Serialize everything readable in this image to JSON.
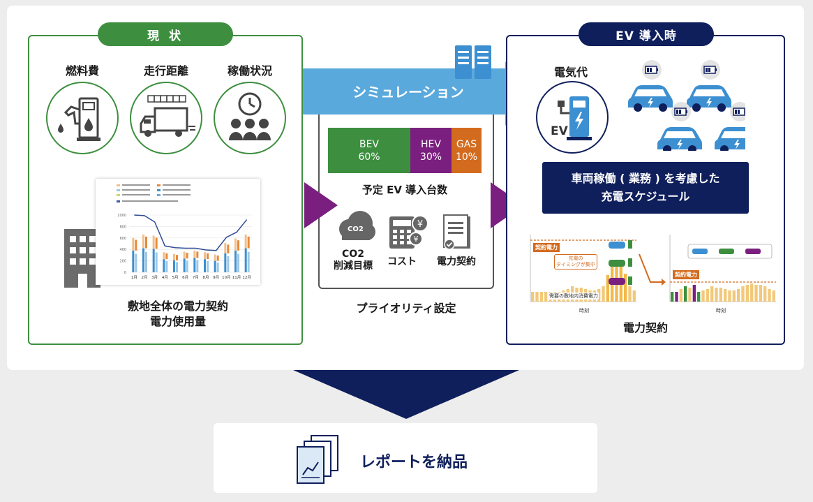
{
  "current": {
    "title": "現 状",
    "items": [
      {
        "label": "燃料費",
        "icon": "fuel-pump-icon"
      },
      {
        "label": "走行距離",
        "icon": "truck-icon"
      },
      {
        "label": "稼働状況",
        "icon": "people-clock-icon"
      }
    ],
    "chart_caption_line1": "敷地全体の電力契約",
    "chart_caption_line2": "電力使用量",
    "chart_months": [
      "1月",
      "2月",
      "3月",
      "4月",
      "5月",
      "6月",
      "7月",
      "8月",
      "9月",
      "10月",
      "11月",
      "12月"
    ]
  },
  "middle": {
    "arrow_label": "シミュレーション",
    "breakdown": [
      {
        "name": "BEV",
        "pct": "60%",
        "color": "#3d8f3f"
      },
      {
        "name": "HEV",
        "pct": "30%",
        "color": "#7a1f7f"
      },
      {
        "name": "GAS",
        "pct": "10%",
        "color": "#d36b1e"
      }
    ],
    "planned_label": "予定 EV 導入台数",
    "priorities": [
      {
        "line1": "CO2",
        "line2": "削減目標",
        "icon": "co2-cloud-icon"
      },
      {
        "line1": "コスト",
        "line2": "",
        "icon": "calculator-icon"
      },
      {
        "line1": "電力契約",
        "line2": "",
        "icon": "contract-document-icon"
      }
    ],
    "cloud_text": "CO2",
    "footer_label": "プライオリティ設定"
  },
  "ev": {
    "title": "EV 導入時",
    "electricity_label": "電気代",
    "ev_mark": "EV",
    "schedule_line1": "車両稼働 ( 業務 ) を考慮した",
    "schedule_line2": "充電スケジュール",
    "contract_label": "電力契約",
    "chart_left": {
      "contract_tag": "契約電力",
      "callout_line1": "充電の",
      "callout_line2": "タイミングが集中",
      "baseline_label": "需要の敷地内消費電力",
      "xlabel": "時刻"
    },
    "chart_right": {
      "contract_tag": "契約電力",
      "xlabel": "時刻"
    }
  },
  "report": {
    "label": "レポートを納品"
  },
  "chart_data": [
    {
      "type": "bar",
      "categories": [
        "1月",
        "2月",
        "3月",
        "4月",
        "5月",
        "6月",
        "7月",
        "8月",
        "9月",
        "10月",
        "11月",
        "12月"
      ],
      "series": [
        {
          "values": [
            380,
            420,
            410,
            230,
            210,
            240,
            250,
            230,
            200,
            330,
            380,
            420
          ]
        },
        {
          "values": [
            220,
            240,
            230,
            120,
            110,
            120,
            130,
            120,
            110,
            180,
            210,
            240
          ]
        }
      ],
      "line": [
        1000,
        990,
        880,
        460,
        430,
        420,
        420,
        390,
        380,
        610,
        700,
        920
      ],
      "ylim": [
        0,
        1000
      ]
    }
  ]
}
